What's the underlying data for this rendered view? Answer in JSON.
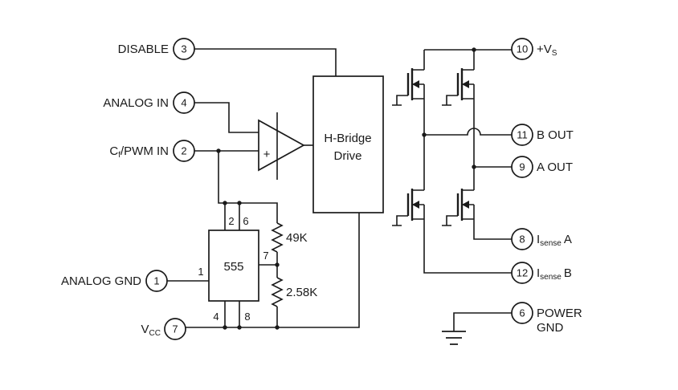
{
  "pins": {
    "disable": {
      "label": "DISABLE",
      "number": "3"
    },
    "analog_in": {
      "label": "ANALOG IN",
      "number": "4"
    },
    "cf_pwm_in": {
      "base": "C",
      "sub": "f",
      "rest": "/PWM IN",
      "number": "2"
    },
    "analog_gnd": {
      "label": "ANALOG GND",
      "number": "1"
    },
    "vcc": {
      "base": "V",
      "sub": "CC",
      "number": "7"
    },
    "vs_supply": {
      "base": "+V",
      "sub": "S",
      "number": "10"
    },
    "b_out": {
      "label": "B OUT",
      "number": "11"
    },
    "a_out": {
      "label": "A OUT",
      "number": "9"
    },
    "isense_a": {
      "base": "I",
      "sub": "sense",
      "suffix": "A",
      "number": "8"
    },
    "isense_b": {
      "base": "I",
      "sub": "sense",
      "suffix": "B",
      "number": "12"
    },
    "power_gnd": {
      "line1": "POWER",
      "line2": "GND",
      "number": "6"
    }
  },
  "blocks": {
    "hbridge_drive": {
      "line1": "H-Bridge",
      "line2": "Drive"
    },
    "timer_555": {
      "label": "555",
      "pin_trigger": "2",
      "pin_threshold": "6",
      "pin_gnd": "1",
      "pin_discharge": "7",
      "pin_reset": "4",
      "pin_vcc": "8"
    }
  },
  "components": {
    "resistor_49k": {
      "value": "49K"
    },
    "resistor_2_58k": {
      "value": "2.58K"
    },
    "comparator": {
      "plus_sign": "+"
    }
  },
  "colors": {
    "line": "#1a1a1a",
    "background": "#ffffff"
  }
}
